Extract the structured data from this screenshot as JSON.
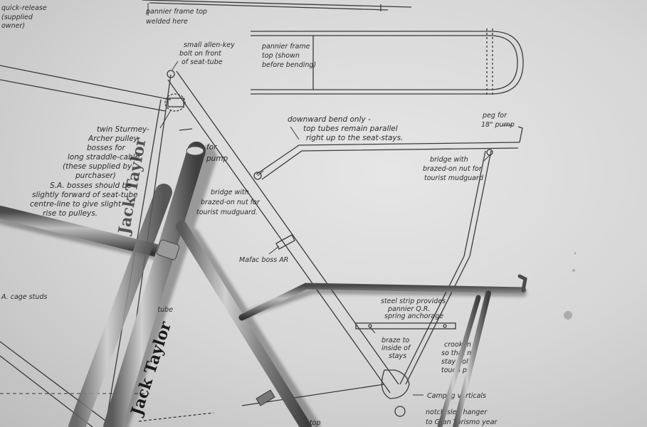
{
  "notes": {
    "quick_release_1": "quick-release",
    "quick_release_2": "(supplied",
    "quick_release_3": "owner)",
    "pannier_top_1": "pannier frame top",
    "pannier_top_2": "welded here",
    "allen_key_1": "small allen-key",
    "allen_key_2": "bolt on front",
    "allen_key_3": "of seat-tube",
    "pannier_frame_1": "pannier frame",
    "pannier_frame_2": "top (shown",
    "pannier_frame_3": "before bending)",
    "pulley_1": "twin Sturmey-",
    "pulley_2": "Archer pulley",
    "pulley_3": "bosses for",
    "pulley_4": "long straddle-cable",
    "pulley_5": "(these supplied by",
    "pulley_6": "purchaser)",
    "pulley_7": "S.A. bosses should be",
    "pulley_8": "slightly forward of seat-tube",
    "pulley_9": "centre-line to give slight",
    "pulley_10": "rise to pulleys.",
    "pump_1": "for",
    "pump_2": "pump",
    "bend_1": "downward bend only -",
    "bend_2": "top tubes remain parallel",
    "bend_3": "right up to the seat-stays.",
    "peg_1": "peg for",
    "peg_2": "18\" pump",
    "bridge_right_1": "bridge with",
    "bridge_right_2": "brazed-on nut for",
    "bridge_right_3": "tourist mudguard",
    "bridge_left_1": "bridge with",
    "bridge_left_2": "brazed-on nut for",
    "bridge_left_3": "tourist mudguard.",
    "mafac": "Mafac boss AR",
    "cage_studs": "A. cage studs",
    "tube": "-tube",
    "strip_1": "steel strip provides",
    "strip_2": "pannier Q.R.",
    "strip_3": "spring anchorage",
    "braze_1": "braze to",
    "braze_2": "inside of",
    "braze_3": "stays",
    "crook_1": "crook in",
    "crook_2": "so that m",
    "crook_3": "stay bolt",
    "crook_4": "touch pa",
    "campag": "Campag verticals",
    "hanger_1": "notch/sled hanger",
    "hanger_2": "to Gran Turismo year",
    "stop": "stop"
  },
  "decals": {
    "down_tube": "Jack Taylor",
    "seat_tube": "Jack Taylor"
  }
}
